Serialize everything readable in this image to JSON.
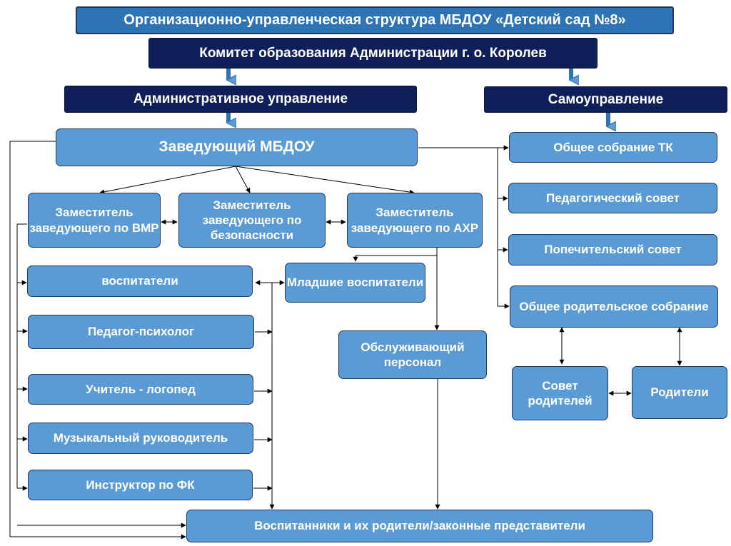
{
  "diagram": {
    "title": "Организационно-управленческая структура МБДОУ «Детский сад №8»",
    "committee": "Комитет образования Администрации г. о. Королев",
    "admin_branch": "Административное управление",
    "self_branch": "Самоуправление",
    "head": "Заведующий МБДОУ",
    "deputy_vmr": "Заместитель заведующего по ВМР",
    "deputy_safety": "Заместитель заведующего по безопасности",
    "deputy_ahr": "Заместитель заведующего по АХР",
    "educators": "воспитатели",
    "junior_educators": "Младшие воспитатели",
    "psychologist": "Педагог-психолог",
    "speech_therapist": "Учитель - логопед",
    "music_director": "Музыкальный руководитель",
    "pe_instructor": "Инструктор по ФК",
    "service_staff": "Обслуживающий персонал",
    "pupils_parents": "Воспитанники и их родители/законные представители",
    "general_meeting": "Общее собрание ТК",
    "ped_council": "Педагогический совет",
    "trustee_council": "Попечительский совет",
    "parent_meeting": "Общее родительское собрание",
    "parent_council": "Совет родителей",
    "parents": "Родители"
  },
  "colors": {
    "box_fill": "#5b9bd5",
    "title_fill": "#2e74b5",
    "dark_fill": "#0f1f5a",
    "border": "#1f3864"
  }
}
